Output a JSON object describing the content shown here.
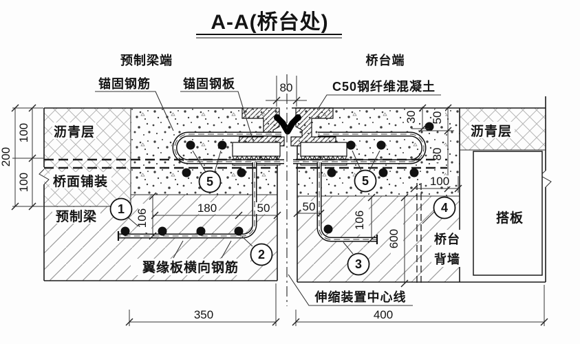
{
  "title": "A-A(桥台处)",
  "labels": {
    "precast_beam_end": "预制梁端",
    "anchor_rebar": "锚固钢筋",
    "anchor_plate": "锚固钢板",
    "abutment_end": "桥台端",
    "c50": "C50钢纤维混凝土",
    "asphalt_left": "沥青层",
    "deck_pavement": "桥面铺装",
    "precast_beam": "预制梁",
    "flange_rebar": "翼缘板横向钢筋",
    "expansion_centerline": "伸缩装置中心线",
    "asphalt_right": "沥青层",
    "approach_slab": "搭板",
    "backwall_l1": "桥台",
    "backwall_l2": "背墙"
  },
  "dims": {
    "gap": "80",
    "left_total": "200",
    "left_top": "100",
    "left_bot": "100",
    "r30": "30",
    "r50": "50",
    "r80": "80",
    "r100": "100",
    "l106": "106",
    "l180": "180",
    "l50": "50",
    "rr50": "50",
    "r106": "106",
    "r600": "600",
    "b350": "350",
    "b400": "400"
  },
  "callouts": {
    "c1": "1",
    "c2": "2",
    "c3": "3",
    "c4": "4",
    "c5l": "5",
    "c5r": "5"
  },
  "colors": {
    "line": "#1a1a1a",
    "hatch": "#9a9a9a",
    "stipple": "#3f3f3f",
    "background": "#fdfdfd"
  }
}
